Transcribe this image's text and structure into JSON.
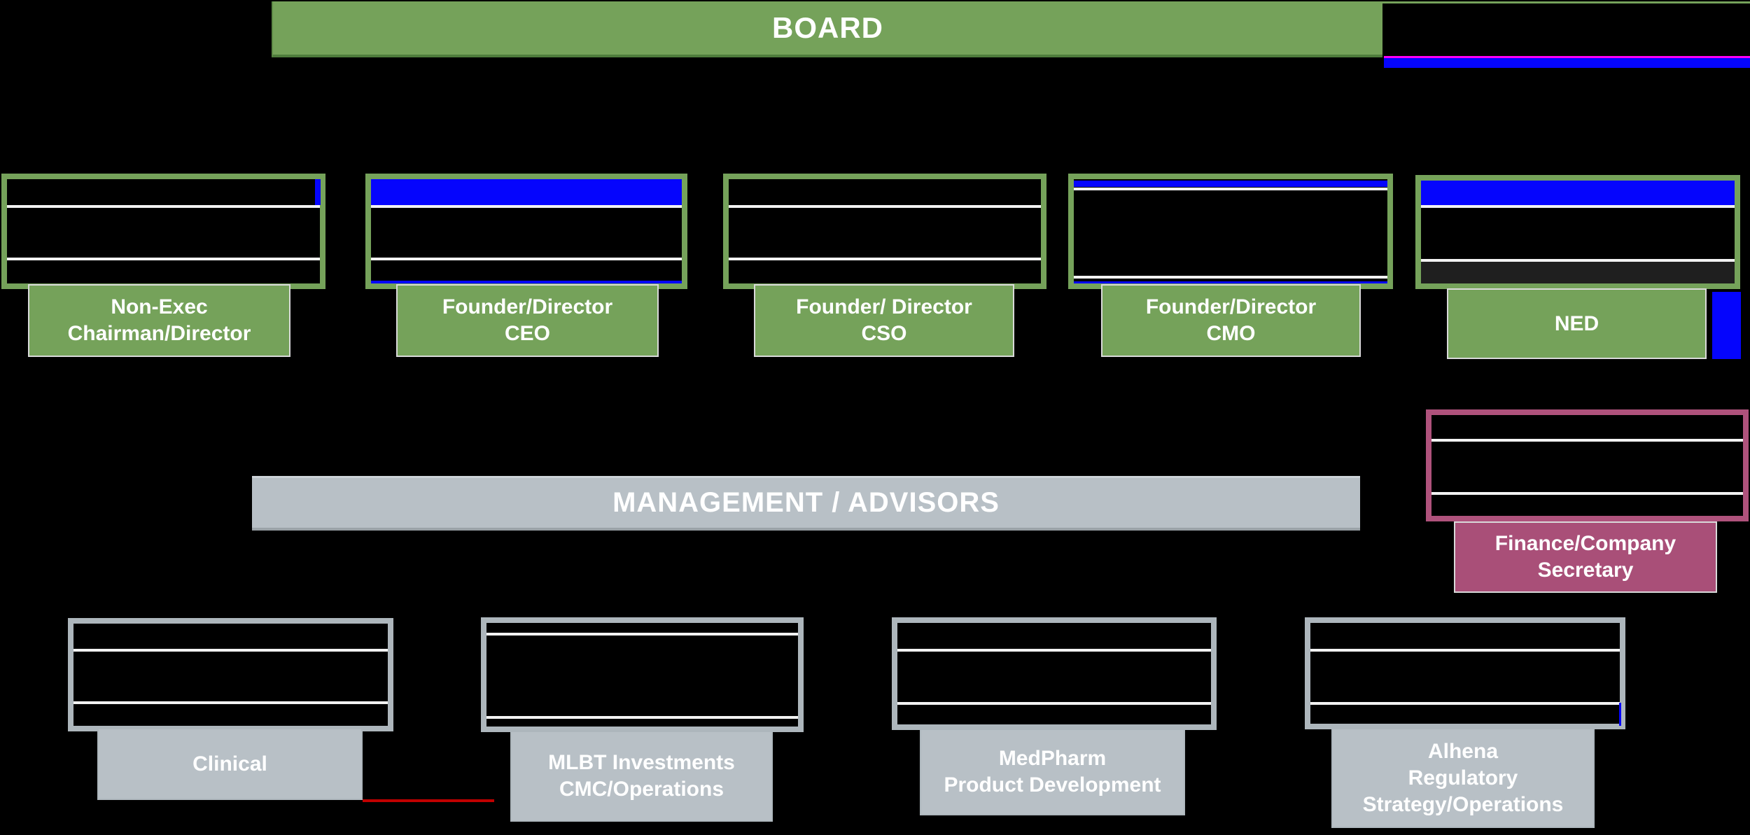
{
  "title_bars": {
    "board": "BOARD",
    "management": "MANAGEMENT / ADVISORS"
  },
  "board_members": [
    {
      "name": "chairman",
      "lines": [
        "Non-Exec",
        "Chairman/Director"
      ]
    },
    {
      "name": "ceo",
      "lines": [
        "Founder/Director",
        "CEO"
      ]
    },
    {
      "name": "cso",
      "lines": [
        "Founder/ Director",
        "CSO"
      ]
    },
    {
      "name": "cmo",
      "lines": [
        "Founder/Director",
        "CMO"
      ]
    },
    {
      "name": "ned",
      "lines": [
        "NED"
      ]
    }
  ],
  "finance": {
    "lines": [
      "Finance/Company",
      "Secretary"
    ]
  },
  "management_members": [
    {
      "name": "clinical",
      "lines": [
        "Clinical"
      ]
    },
    {
      "name": "mlbt",
      "lines": [
        "MLBT Investments",
        "CMC/Operations"
      ]
    },
    {
      "name": "medpharm",
      "lines": [
        "MedPharm",
        "Product Development"
      ]
    },
    {
      "name": "alhena",
      "lines": [
        "Alhena",
        "Regulatory",
        "Strategy/Operations"
      ]
    }
  ],
  "colors": {
    "background": "#000000",
    "green": "#75A25A",
    "gray": "#B8C0C6",
    "gray_border": "#ADB6BC",
    "pink": "#A94F78",
    "pink_border": "#AF527C",
    "blue_accent": "#0505FD",
    "magenta_accent": "#FF00F5",
    "red_accent": "#C00000",
    "divider": "#F2F2F2",
    "text": "#FFFFFF"
  }
}
